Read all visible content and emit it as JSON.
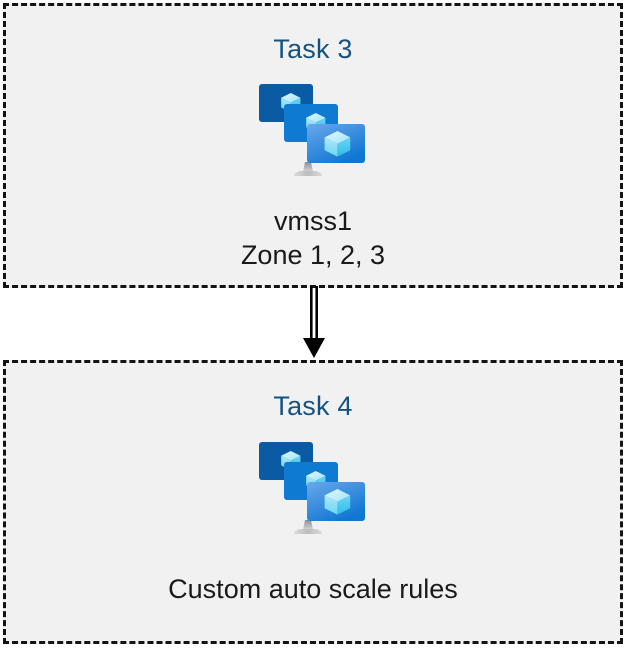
{
  "diagram": {
    "type": "flow",
    "orientation": "vertical",
    "background_color": "#ffffff",
    "node_fill_color": "#f1f1f1",
    "node_border_color": "#141414",
    "node_border_style": "dashed",
    "title_color": "#15527f",
    "label_color": "#1a1a1a",
    "connector_color": "#000000"
  },
  "nodes": [
    {
      "id": "task3",
      "title": "Task 3",
      "icon": "virtual-machine-scale-set-icon",
      "label": "vmss1\nZone 1, 2, 3"
    },
    {
      "id": "task4",
      "title": "Task 4",
      "icon": "virtual-machine-scale-set-icon",
      "label": "Custom auto scale rules"
    }
  ],
  "connector": {
    "from": "task3",
    "to": "task4",
    "style": "double-line-arrow",
    "direction": "down"
  },
  "icon_palette": {
    "monitor_back": "#0a5ba4",
    "monitor_middle": "#0f7ad2",
    "monitor_front_top": "#5ea0e8",
    "monitor_front_bottom": "#1279d4",
    "cube_light": "#c9f0fb",
    "cube_mid": "#7fdcf7",
    "cube_dark": "#32c2ee",
    "stand": "#9d9d9d",
    "stand_base": "#d2d2d2"
  }
}
